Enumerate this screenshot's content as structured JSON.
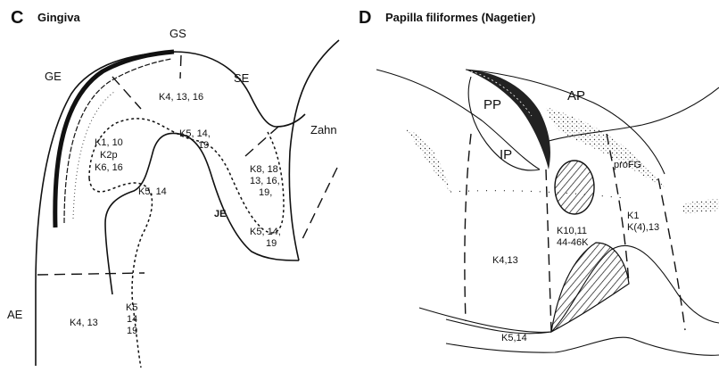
{
  "panel_c": {
    "letter": "C",
    "title": "Gingiva",
    "regions": {
      "gs": "GS",
      "ge": "GE",
      "se": "SE",
      "zahn": "Zahn",
      "je": "JE",
      "ae": "AE"
    },
    "keratin": {
      "top": "K4, 13, 16",
      "left_1": "K1, 10",
      "left_2": "K2p",
      "left_3": "K6, 16",
      "fold_1": "K5, 14,",
      "fold_2": "19",
      "inner": "K5, 14",
      "right_1": "K8, 18",
      "right_2": "13, 16,",
      "right_3": "19,",
      "je_1": "K5, 14,",
      "je_2": "19",
      "bottom": "K4, 13",
      "col_1": "K5",
      "col_2": "14",
      "col_3": "19"
    }
  },
  "panel_d": {
    "letter": "D",
    "title": "Papilla filiformes (Nagetier)",
    "regions": {
      "pp": "PP",
      "ap": "AP",
      "ip": "IP",
      "profg": "proFG"
    },
    "keratin": {
      "left": "K4,13",
      "mid_1": "K10,11",
      "mid_2": "44-46K",
      "right_1": "K1",
      "right_2": "K(4),13",
      "base": "K5,14"
    }
  }
}
